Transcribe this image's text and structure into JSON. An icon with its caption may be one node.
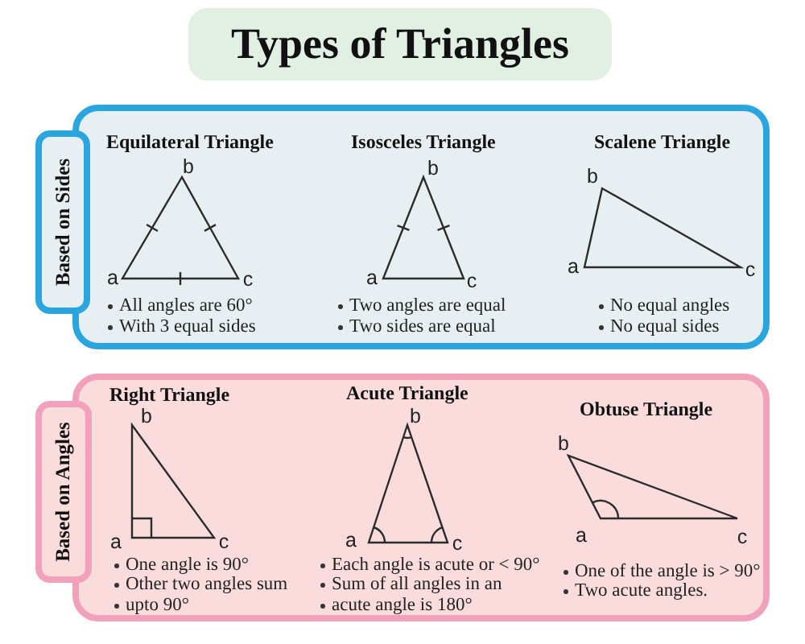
{
  "diagram": {
    "title": "Types of Triangles",
    "nodes": [
      {
        "text": [
          "Based on Sides"
        ]
      },
      {
        "text": [],
        "shape": "box"
      },
      {
        "text": [],
        "shape": "triangle",
        "in": 1,
        "beside": [
          "Equilateral Triangle",
          "b",
          "a",
          "c",
          "All angles are 60°",
          "With 3 equal sides"
        ]
      },
      {
        "text": [],
        "shape": "triangle",
        "in": 1,
        "beside": [
          "Isosceles Triangle",
          "b",
          "a",
          "c",
          "Two angles are equal",
          "Two sides are equal"
        ]
      },
      {
        "text": [],
        "shape": "triangle",
        "in": 1,
        "beside": [
          "Scalene Triangle",
          "b",
          "a",
          "c",
          "No equal angles",
          "No equal sides"
        ]
      },
      {
        "text": [
          "Based on Angles"
        ]
      },
      {
        "text": [],
        "shape": "box"
      },
      {
        "text": [],
        "shape": "triangle",
        "in": 6,
        "beside": [
          "Right Triangle",
          "b",
          "a",
          "c",
          "One angle is 90°",
          "Other two angles sum",
          "upto 90°"
        ]
      },
      {
        "text": [],
        "shape": "triangle",
        "in": 6,
        "beside": [
          "Acute Triangle",
          "b",
          "a",
          "c",
          "Each angle is acute or < 90°",
          "Sum of all angles in an",
          "acute angle is 180°"
        ]
      },
      {
        "text": [],
        "shape": "triangle",
        "in": 6,
        "beside": [
          "Obtuse Triangle",
          "b",
          "a",
          "c",
          "One of the angle is > 90°",
          "Two acute angles."
        ]
      }
    ]
  }
}
